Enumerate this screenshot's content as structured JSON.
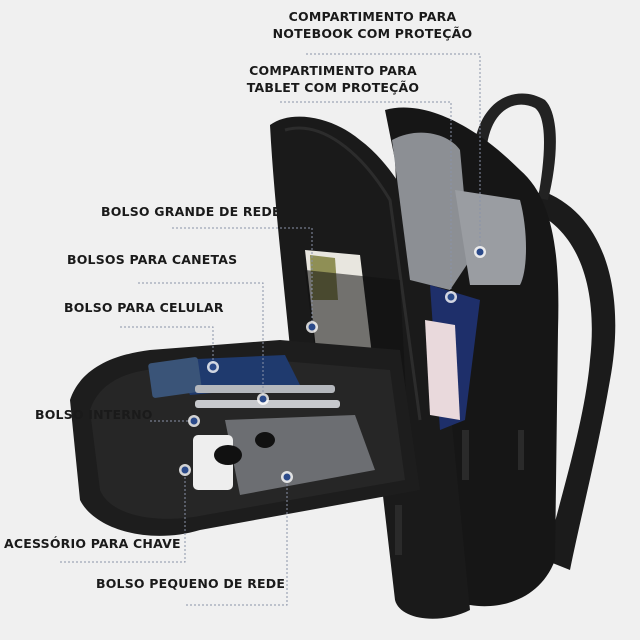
{
  "callouts": [
    {
      "id": "notebook",
      "line1": "COMPARTIMENTO PARA",
      "line2": "NOTEBOOK COM PROTEÇÃO"
    },
    {
      "id": "tablet",
      "line1": "COMPARTIMENTO PARA",
      "line2": "TABLET COM PROTEÇÃO"
    },
    {
      "id": "large-mesh",
      "text": "BOLSO GRANDE DE REDE"
    },
    {
      "id": "pens",
      "text": "BOLSOS PARA CANETAS"
    },
    {
      "id": "phone",
      "text": "BOLSO PARA CELULAR"
    },
    {
      "id": "inner",
      "text": "BOLSO INTERNO"
    },
    {
      "id": "key",
      "text": "ACESSÓRIO PARA CHAVE"
    },
    {
      "id": "small-mesh",
      "text": "BOLSO PEQUENO DE REDE"
    }
  ],
  "colors": {
    "background": "#f0f0f0",
    "marker": "#2b4a8a",
    "leader": "#8a93a8",
    "bag": "#151515"
  }
}
